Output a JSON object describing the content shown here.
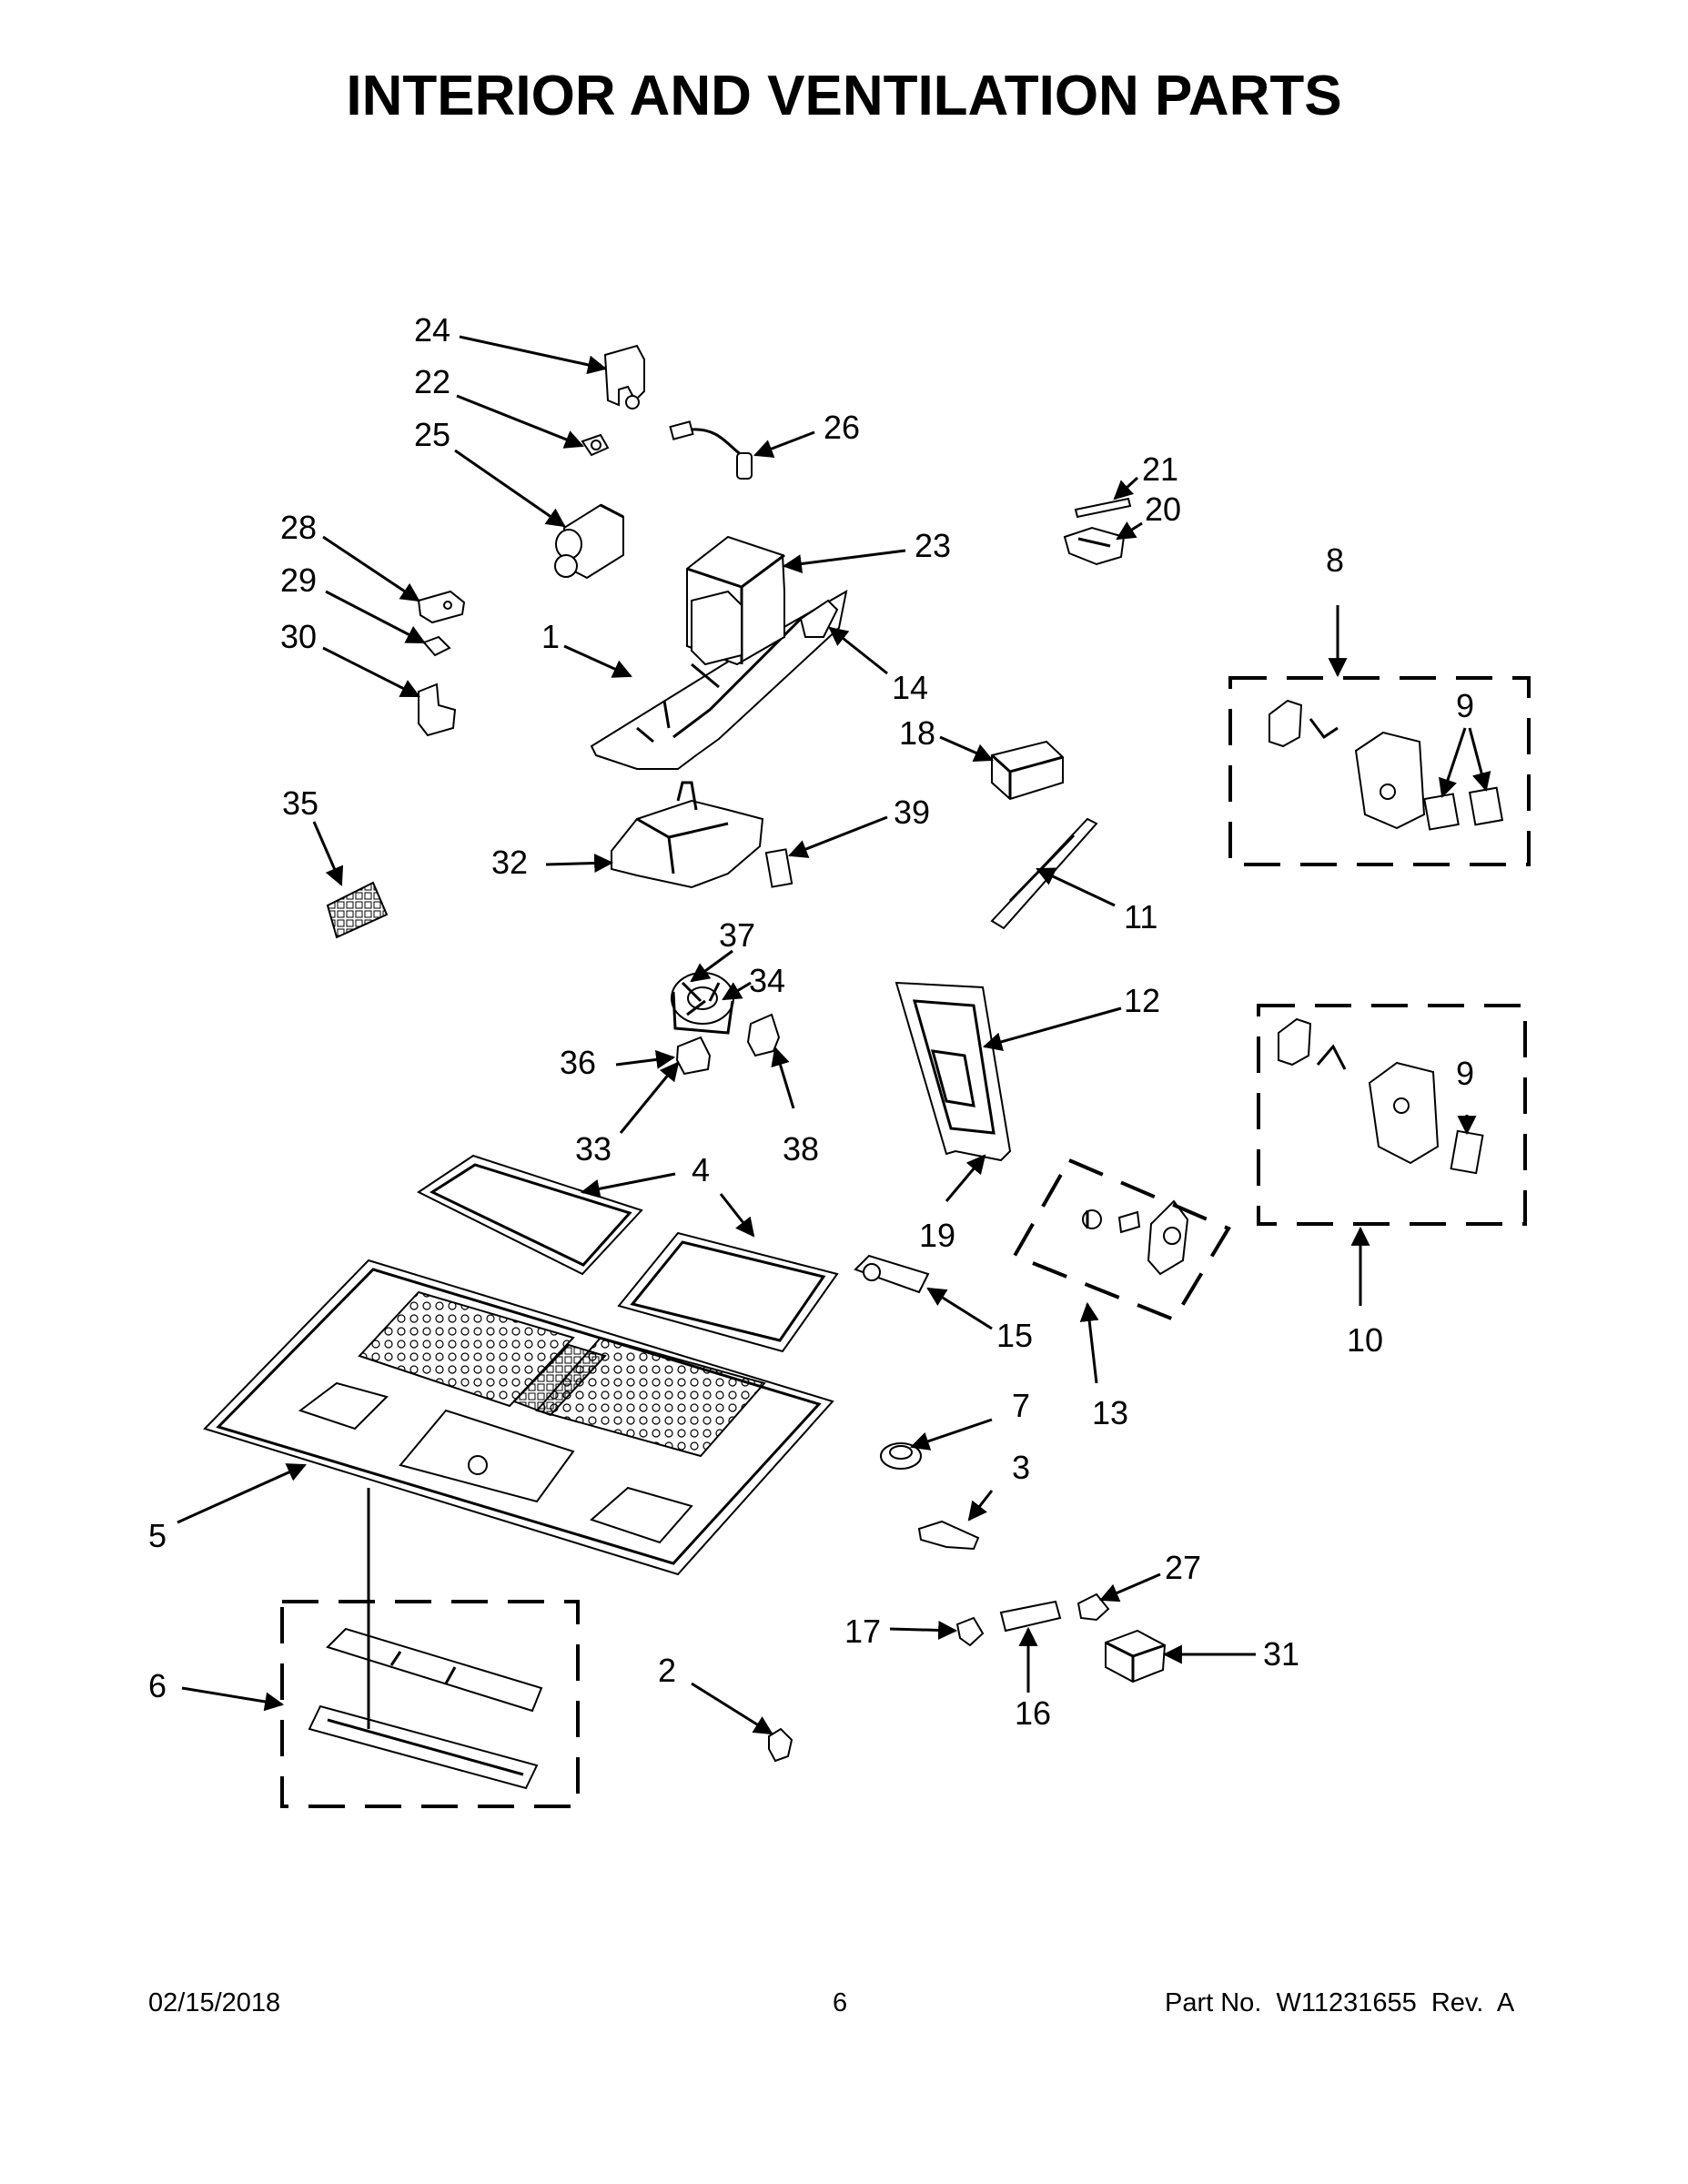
{
  "title": "INTERIOR AND VENTILATION PARTS",
  "footer": {
    "date": "02/15/2018",
    "page": "6",
    "part_no": "Part No.  W11231655  Rev.  A"
  },
  "callouts": {
    "c1": "1",
    "c2": "2",
    "c3": "3",
    "c4": "4",
    "c5": "5",
    "c6": "6",
    "c7": "7",
    "c8": "8",
    "c9a": "9",
    "c9b": "9",
    "c10": "10",
    "c11": "11",
    "c12": "12",
    "c13": "13",
    "c14": "14",
    "c15": "15",
    "c16": "16",
    "c17": "17",
    "c18": "18",
    "c19": "19",
    "c20": "20",
    "c21": "21",
    "c22": "22",
    "c23": "23",
    "c24": "24",
    "c25": "25",
    "c26": "26",
    "c27": "27",
    "c28": "28",
    "c29": "29",
    "c30": "30",
    "c31": "31",
    "c32": "32",
    "c33": "33",
    "c34": "34",
    "c35": "35",
    "c36": "36",
    "c37": "37",
    "c38": "38",
    "c39": "39"
  }
}
